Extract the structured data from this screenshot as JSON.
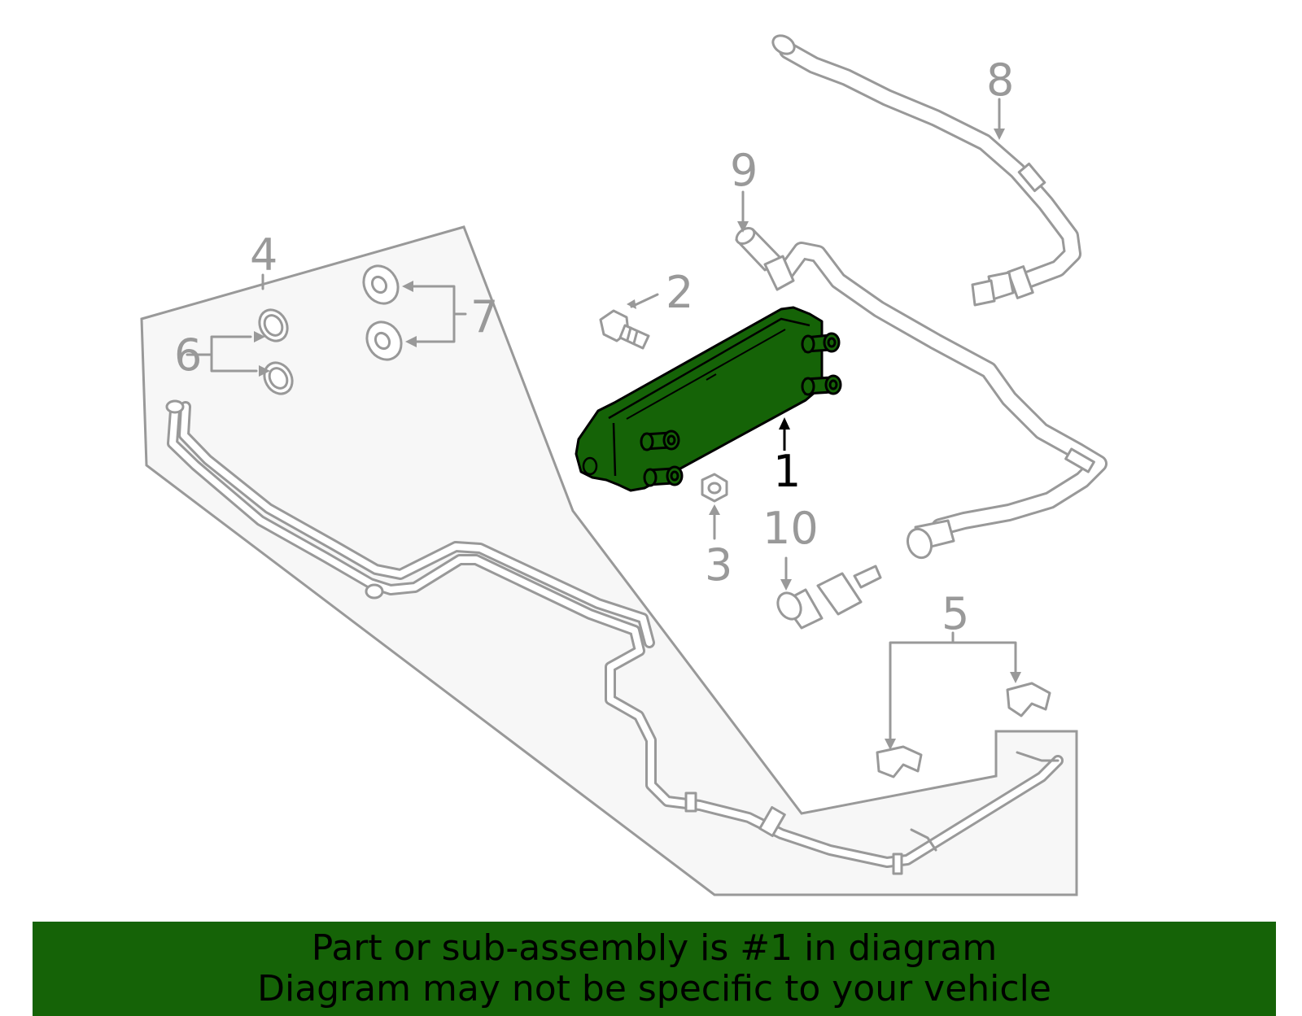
{
  "callouts": {
    "c1": "1",
    "c2": "2",
    "c3": "3",
    "c4": "4",
    "c5": "5",
    "c6": "6",
    "c7": "7",
    "c8": "8",
    "c9": "9",
    "c10": "10"
  },
  "banner": {
    "line1": "Part or sub-assembly is #1 in diagram",
    "line2": "Diagram may not be specific to your vehicle"
  },
  "colors": {
    "highlight": "#156307",
    "line": "#999999",
    "panel": "#f7f7f7"
  }
}
